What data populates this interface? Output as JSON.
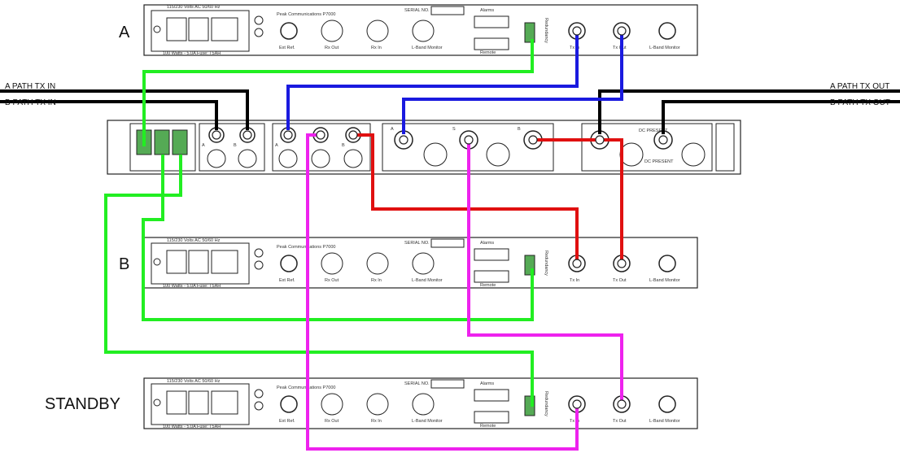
{
  "units": [
    {
      "key": "a",
      "label": "A",
      "power_top": "115/230 Volts AC 50/60 Hz",
      "power_bottom": "100 Watts - 5.0A  Fuse: T5AH",
      "model": "Peak Communications P7000",
      "serial": "SERIAL NO.",
      "alarms": "Alarms",
      "remote": "Remote",
      "redundancy": "Redundancy",
      "ports": [
        "Ext Ref.",
        "Rx Out",
        "Rx In",
        "L-Band Monitor",
        "Tx In",
        "Tx Out",
        "L-Band Monitor"
      ]
    },
    {
      "key": "b",
      "label": "B",
      "power_top": "115/230 Volts AC 50/60 Hz",
      "power_bottom": "100 Watts - 5.0A  Fuse: T5AH",
      "model": "Peak Communications P7000",
      "serial": "SERIAL NO.",
      "alarms": "Alarms",
      "remote": "Remote",
      "redundancy": "Redundancy",
      "ports": [
        "Ext Ref.",
        "Rx Out",
        "Rx In",
        "L-Band Monitor",
        "Tx In",
        "Tx Out",
        "L-Band Monitor"
      ]
    },
    {
      "key": "standby",
      "label": "STANDBY",
      "power_top": "115/230 Volts AC 50/60 Hz",
      "power_bottom": "100 Watts - 5.0A  Fuse: T5AH",
      "model": "Peak Communications P7000",
      "serial": "SERIAL NO.",
      "alarms": "Alarms",
      "remote": "Remote",
      "redundancy": "Redundancy",
      "ports": [
        "Ext Ref.",
        "Rx Out",
        "Rx In",
        "L-Band Monitor",
        "Tx In",
        "Tx Out",
        "L-Band Monitor"
      ]
    }
  ],
  "switch_panel": {
    "port_letters": [
      "A",
      "B",
      "A",
      "B",
      "A",
      "S",
      "B"
    ],
    "labels_small": [
      "DC PRESENT",
      "DC PRESENT"
    ]
  },
  "path_labels": {
    "a_in": "A PATH TX IN",
    "b_in": "B PATH TX IN",
    "a_out": "A PATH TX OUT",
    "b_out": "B PATH TX OUT"
  },
  "cable_colors": {
    "green": "#22ee22",
    "blue": "#1a1adf",
    "red": "#e01010",
    "magenta": "#ee22ee",
    "black": "#000000"
  }
}
